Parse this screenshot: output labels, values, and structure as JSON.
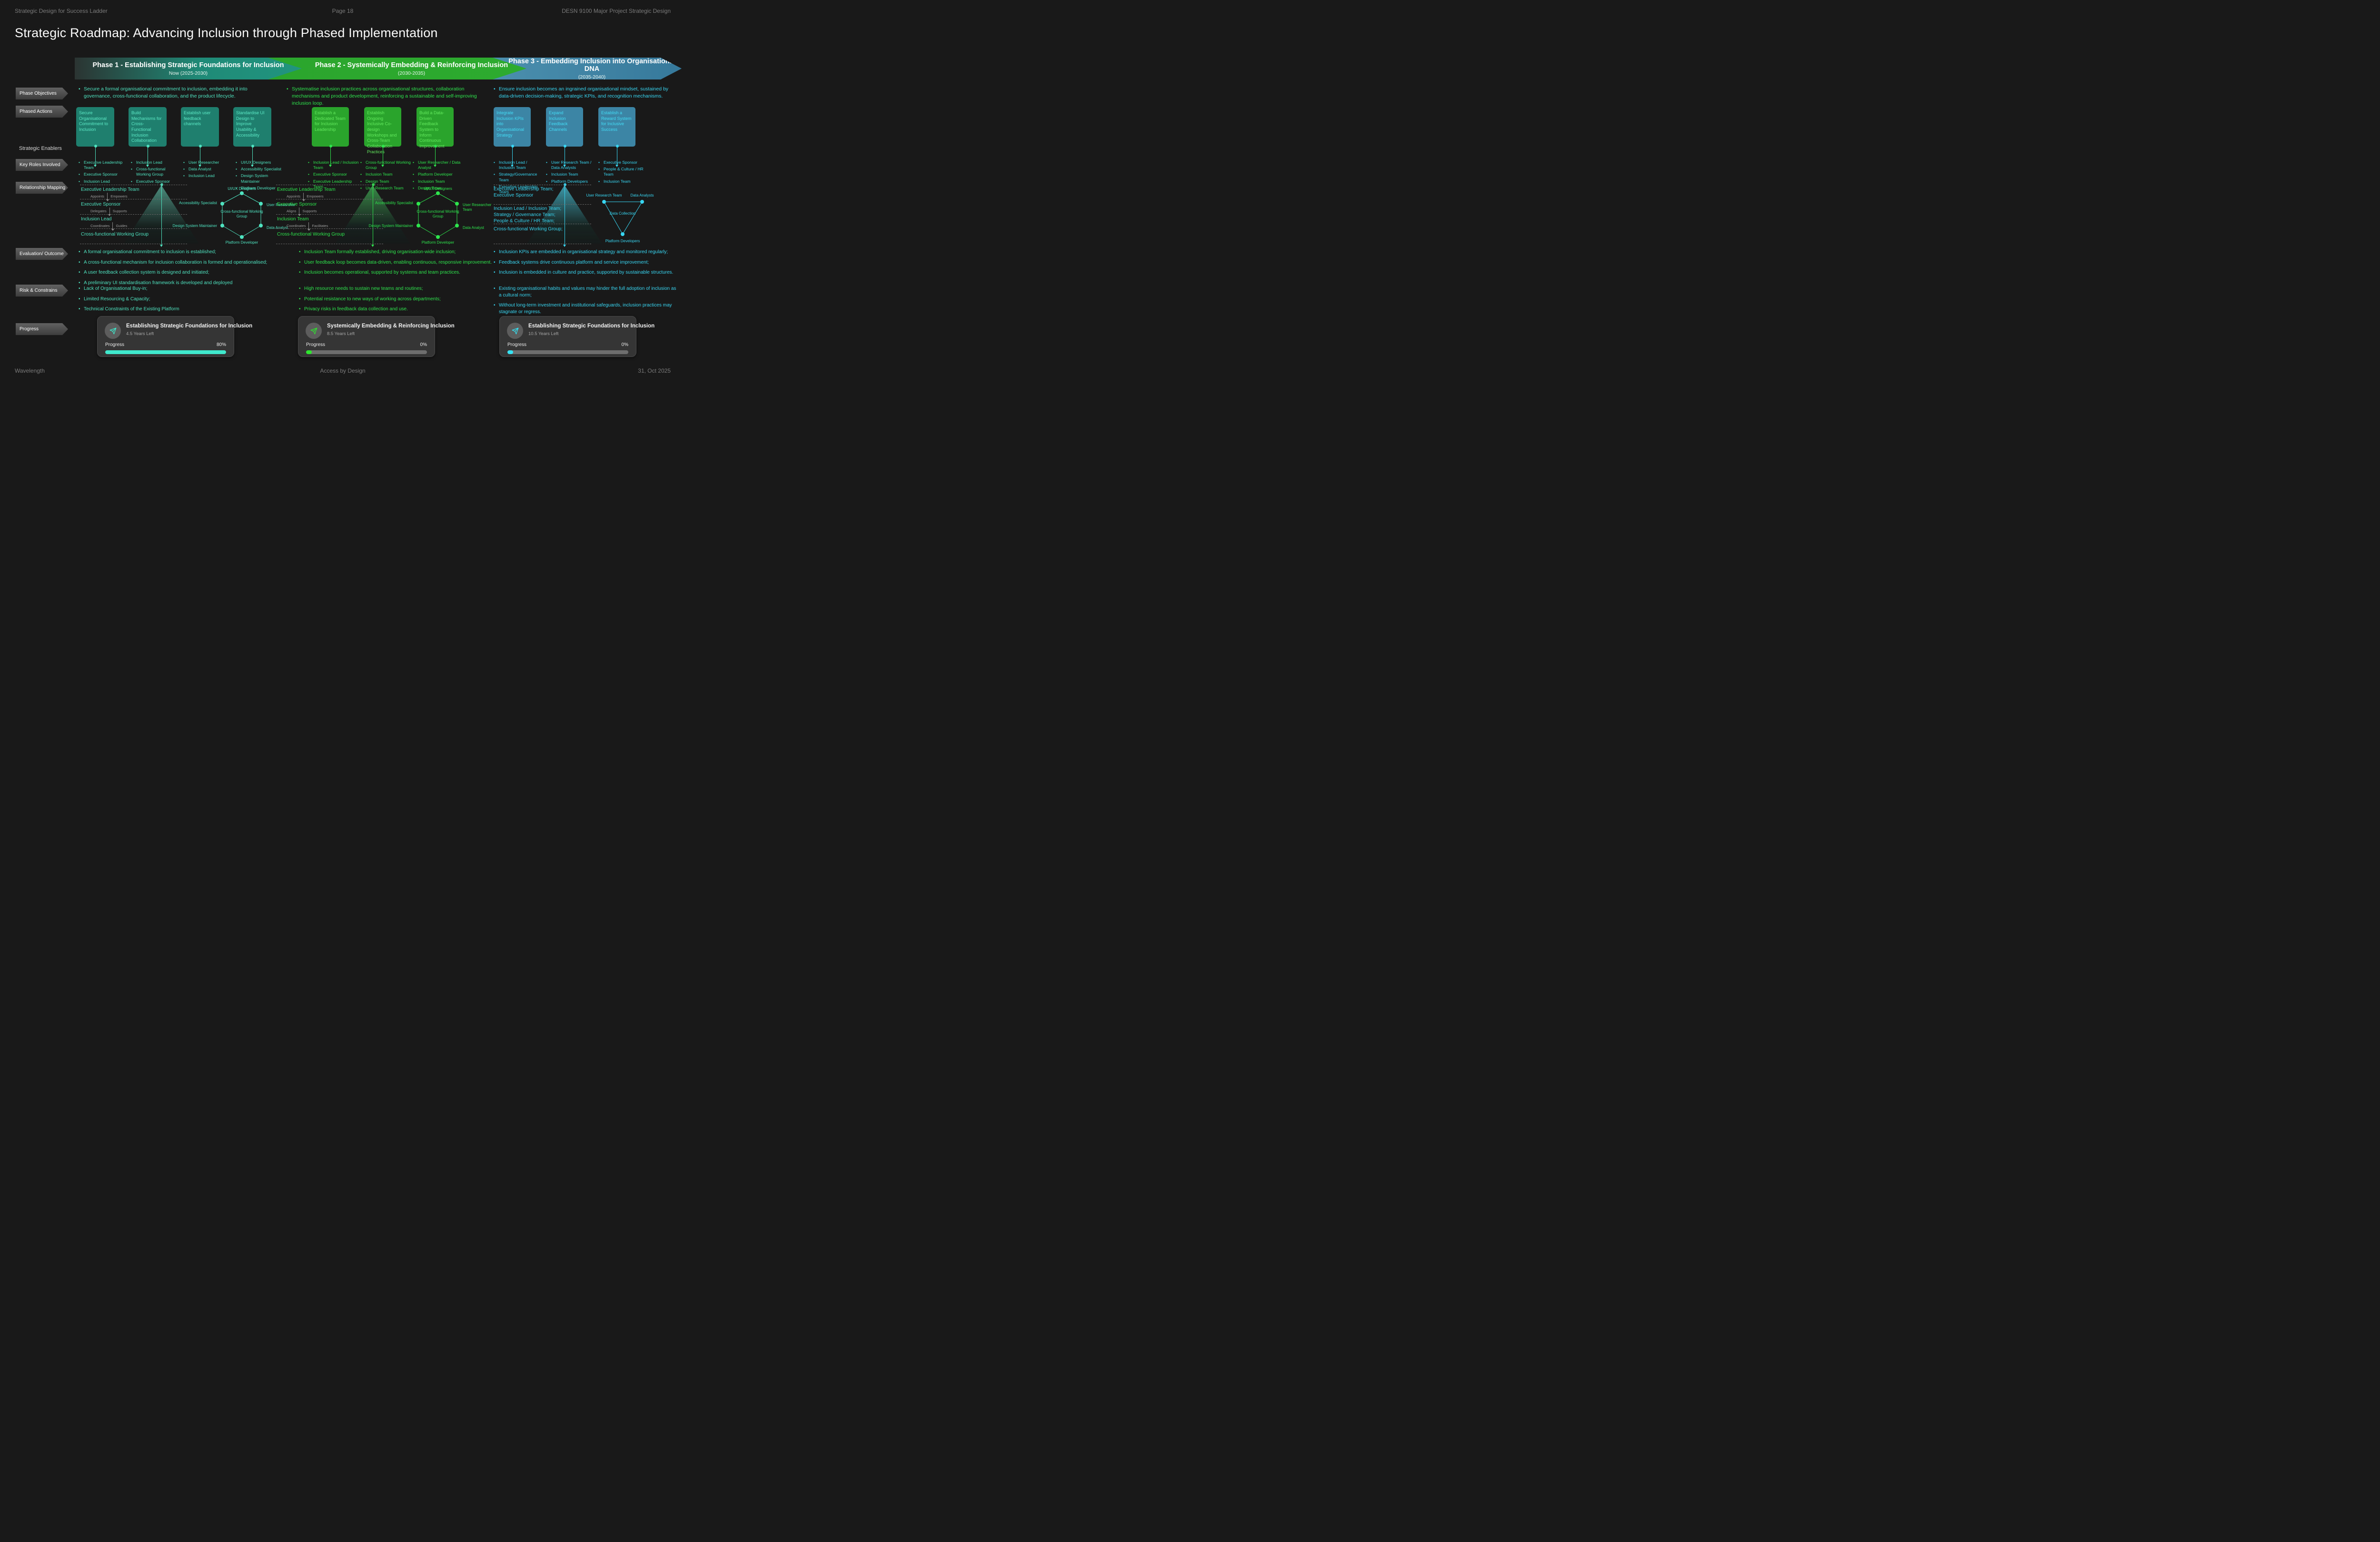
{
  "header": {
    "left": "Strategic Design for Success Ladder",
    "center": "Page 18",
    "right": "DESN 9100 Major Project Strategic Design"
  },
  "title": "Strategic Roadmap: Advancing Inclusion through Phased Implementation",
  "row_labels": {
    "objectives": "Phase Objectives",
    "actions": "Phased Actions",
    "enablers": "Strategic Enablers",
    "roles": "Key Roles Involved",
    "mapping": "Relationship Mapping",
    "evaluation": "Evaluation/ Outcome",
    "risk": "Risk & Constrains",
    "progress": "Progress"
  },
  "colors": {
    "phase1_accent": "#4fe3c0",
    "phase1_card": "#1f7f6e",
    "phase2_accent": "#2ee54d",
    "phase2_card": "#2aa42c",
    "phase3_accent": "#38d6f2",
    "phase3_card": "#3c85a5",
    "progress_bar_1": "#3fe8cc",
    "progress_bar_2": "#2ee52e",
    "progress_bar_3": "#35e2f2"
  },
  "phases": [
    {
      "banner": {
        "title": "Phase 1 - Establishing Strategic Foundations for Inclusion",
        "subtitle": "Now (2025-2030)"
      },
      "objective": "Secure a formal organisational commitment to inclusion, embedding it into governance, cross-functional collaboration, and the product lifecycle.",
      "actions": [
        {
          "title": "Secure Organisational Commitment to Inclusion",
          "roles": [
            "Executive Leadership Team",
            "Executive Sponsor",
            "Inclusion Lead"
          ]
        },
        {
          "title": "Build Mechanisms for Cross-Functional Inclusion Collaboration",
          "roles": [
            "Inclusion Lead",
            "Cross-functional Working Group",
            "Executive Sponsor"
          ]
        },
        {
          "title": "Establish user feedback channels",
          "roles": [
            "User Researcher",
            "Data Analyst",
            "Inclusion Lead"
          ]
        },
        {
          "title": "Standardise UI Design to Improve Usability & Accessibility",
          "roles": [
            "UI/UX Designers",
            "Accessibility Specialist",
            "Design System Maintainer",
            "Platform Developer"
          ]
        }
      ],
      "hierarchy": {
        "levels": [
          "Executive Leadership Team",
          "Executive Sponsor",
          "Inclusion Lead",
          "Cross-functional Working Group"
        ],
        "connectors": [
          [
            "Appoints",
            "Empowers"
          ],
          [
            "Delegates",
            "Supports"
          ],
          [
            "Coordinates",
            "Guides"
          ]
        ]
      },
      "network": {
        "top": "UI/UX Designers",
        "upper_left": "Accessibility Specialist",
        "upper_right": "User Researcher",
        "lower_left": "Design System Maintainer",
        "lower_right": "Data Analyst",
        "bottom": "Platform Developer",
        "center": "Cross-functional Working Group"
      },
      "evaluation": [
        "A formal organisational commitment to inclusion is established;",
        "A cross-functional mechanism for inclusion collaboration is formed and operationalised;",
        "A user feedback collection system is designed and initiated;",
        "A preliminary UI standardisation framework is developed and deployed"
      ],
      "risks": [
        "Lack of Organisational Buy-in;",
        "Limited Resourcing & Capacity;",
        "Technical Constraints of the Existing Platform"
      ],
      "progress": {
        "title": "Establishing Strategic Foundations for Inclusion",
        "remaining": "4.5 Years Left",
        "label": "Progress",
        "percent": "80%"
      }
    },
    {
      "banner": {
        "title": "Phase 2 - Systemically Embedding & Reinforcing Inclusion",
        "subtitle": "(2030-2035)"
      },
      "objective": "Systematise inclusion practices across organisational structures, collaboration mechanisms and product development, reinforcing a sustainable and self-improving inclusion loop.",
      "actions": [
        {
          "title": "Establish a Dedicated Team for Inclusion Leadership",
          "roles": [
            "Inclusion Lead / Inclusion Team",
            "Executive Sponsor",
            "Executive Leadership Team"
          ]
        },
        {
          "title": "Establish Ongoing Inclusive Co-design Workshops and Cross-Team Collaboration Practices",
          "roles": [
            "Cross-functional Working Group",
            "Inclusion Team",
            "Design Team",
            "User Research Team"
          ]
        },
        {
          "title": "Build a Data-Driven Feedback System to Inform Continuous Improvement",
          "roles": [
            "User Researcher / Data Analyst",
            "Platform Developer",
            "Inclusion Team",
            "Design Team"
          ]
        }
      ],
      "hierarchy": {
        "levels": [
          "Executive Leadership Team",
          "Executive Sponsor",
          "Inclusion Team",
          "Cross-functional Working Group"
        ],
        "connectors": [
          [
            "Appoints",
            "Empowers"
          ],
          [
            "Aligns",
            "Supports"
          ],
          [
            "Coordinates",
            "Facilitates"
          ]
        ]
      },
      "network": {
        "top": "UI/UX Designers",
        "upper_left": "Accessibility Specialist",
        "upper_right": "User Researcher Team",
        "lower_left": "Design System Maintainer",
        "lower_right": "Data Analyst",
        "bottom": "Platform Developer",
        "center": "Cross-functional Working Group"
      },
      "evaluation": [
        "Inclusion Team formally established, driving organisation-wide inclusion;",
        "User feedback loop becomes data-driven, enabling continuous, responsive improvement.",
        "Inclusion becomes operational, supported by systems and team practices."
      ],
      "risks": [
        "High resource needs to sustain new teams and routines;",
        "Potential resistance to new ways of working across departments;",
        "Privacy risks in feedback data collection and use."
      ],
      "progress": {
        "title": "Systemically Embedding & Reinforcing Inclusion",
        "remaining": "8.5 Years Left",
        "label": "Progress",
        "percent": "0%"
      }
    },
    {
      "banner": {
        "title": "Phase 3 - Embedding Inclusion into Organisational DNA",
        "subtitle": "(2035-2040)"
      },
      "objective": "Ensure inclusion becomes an ingrained organisational mindset, sustained by data-driven decision-making, strategic KPIs, and recognition mechanisms.",
      "actions": [
        {
          "title": "Integrate Inclusion KPIs into Organisational Strategy",
          "roles": [
            "Inclusion Lead / Inclusion Team",
            "Strategy/Governance Team",
            "Executive Leadership Team"
          ]
        },
        {
          "title": "Expand Inclusion Feedback Channels",
          "roles": [
            "User Research Team / Data Analysts",
            "Inclusion Team",
            "Platform Developers"
          ]
        },
        {
          "title": "Establish a Reward System for Inclusive Success",
          "roles": [
            "Executive Sponsor",
            "People & Culture / HR Team",
            "Inclusion Team"
          ]
        }
      ],
      "hierarchy_groups": [
        [
          "Executive Leadership Team;",
          "Executive Sponsor"
        ],
        [
          "Inclusion Lead / Inclusion Team;",
          "Strategy / Governance Team;",
          "People & Culture / HR Team;"
        ],
        [
          "Cross-functional Working Group;"
        ]
      ],
      "network": {
        "top_left": "User Research Team",
        "top_right": "Data Analysts",
        "bottom": "Platform Developers",
        "center": "Data Collection"
      },
      "evaluation": [
        "Inclusion KPIs are embedded in organisational strategy and monitored regularly;",
        "Feedback systems drive continuous platform and service improvement;",
        "Inclusion is embedded in culture and practice, supported by sustainable structures."
      ],
      "risks": [
        "Existing organisational habits and values may hinder the full adoption of inclusion as a cultural norm;",
        "Without long-term investment and institutional safeguards, inclusion practices may stagnate or regress."
      ],
      "progress": {
        "title": "Establishing Strategic Foundations for Inclusion",
        "remaining": "10.5 Years Left",
        "label": "Progress",
        "percent": "0%"
      }
    }
  ],
  "footer": {
    "left": "Wavelength",
    "center": "Access by Design",
    "right": "31, Oct 2025"
  }
}
